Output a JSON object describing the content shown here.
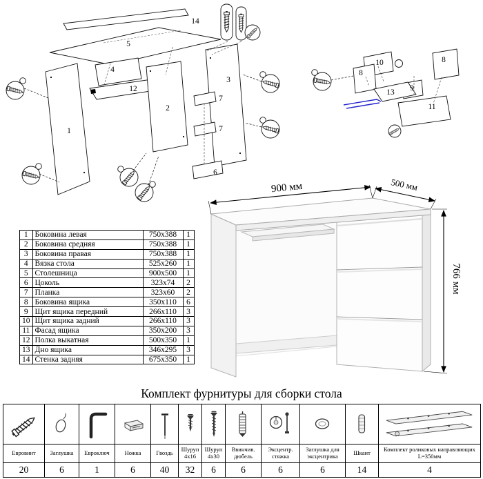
{
  "parts_table": {
    "rows": [
      {
        "num": "1",
        "name": "Боковина левая",
        "size": "750x388",
        "qty": "1"
      },
      {
        "num": "2",
        "name": "Боковина средняя",
        "size": "750x388",
        "qty": "1"
      },
      {
        "num": "3",
        "name": "Боковина правая",
        "size": "750x388",
        "qty": "1"
      },
      {
        "num": "4",
        "name": "Вязка стола",
        "size": "525x260",
        "qty": "1"
      },
      {
        "num": "5",
        "name": "Столешница",
        "size": "900x500",
        "qty": "1"
      },
      {
        "num": "6",
        "name": "Цоколь",
        "size": "323x74",
        "qty": "2"
      },
      {
        "num": "7",
        "name": "Планка",
        "size": "323x60",
        "qty": "2"
      },
      {
        "num": "8",
        "name": "Боковина ящика",
        "size": "350x110",
        "qty": "6"
      },
      {
        "num": "9",
        "name": "Щит ящика передний",
        "size": "266x110",
        "qty": "3"
      },
      {
        "num": "10",
        "name": "Щит ящика задний",
        "size": "266x110",
        "qty": "3"
      },
      {
        "num": "11",
        "name": "Фасад ящика",
        "size": "350x200",
        "qty": "3"
      },
      {
        "num": "12",
        "name": "Полка выкатная",
        "size": "500x350",
        "qty": "1"
      },
      {
        "num": "13",
        "name": "Дно ящика",
        "size": "346x295",
        "qty": "3"
      },
      {
        "num": "14",
        "name": "Стенка задняя",
        "size": "675x350",
        "qty": "1"
      }
    ]
  },
  "diagram": {
    "desk_labels": {
      "p1": "1",
      "p2": "2",
      "p3": "3",
      "p4": "4",
      "p5": "5",
      "p6": "6",
      "p7a": "7",
      "p7b": "7",
      "p12": "12",
      "p14": "14"
    },
    "drawer_labels": {
      "p8a": "8",
      "p8b": "8",
      "p9": "9",
      "p10": "10",
      "p11": "11",
      "p13": "13"
    },
    "dimensions": {
      "width": "900 мм",
      "depth": "500 мм",
      "height": "766 мм"
    }
  },
  "hardware": {
    "title": "Комплект фурнитуры для сборки стола",
    "items": [
      {
        "name": "Евровинт",
        "qty": "20",
        "icon": "euro-screw"
      },
      {
        "name": "Заглушка",
        "qty": "6",
        "icon": "plug"
      },
      {
        "name": "Евроключ",
        "qty": "1",
        "icon": "hex-key"
      },
      {
        "name": "Ножка",
        "qty": "6",
        "icon": "foot"
      },
      {
        "name": "Гвоздь",
        "qty": "40",
        "icon": "nail"
      },
      {
        "name": "Шуруп 4х16",
        "qty": "32",
        "icon": "screw-4x16"
      },
      {
        "name": "Шуруп 4х30",
        "qty": "6",
        "icon": "screw-4x30"
      },
      {
        "name": "Ввинчив. дюбель",
        "qty": "6",
        "icon": "screw-in-dowel"
      },
      {
        "name": "Эксцентр. стяжка",
        "qty": "6",
        "icon": "cam-lock"
      },
      {
        "name": "Заглушка для эксцентрика",
        "qty": "6",
        "icon": "cam-plug"
      },
      {
        "name": "Шкант",
        "qty": "14",
        "icon": "wood-dowel"
      },
      {
        "name": "Комплект роликовых направляющих L=350мм",
        "qty": "4",
        "icon": "roller-slides"
      }
    ]
  }
}
